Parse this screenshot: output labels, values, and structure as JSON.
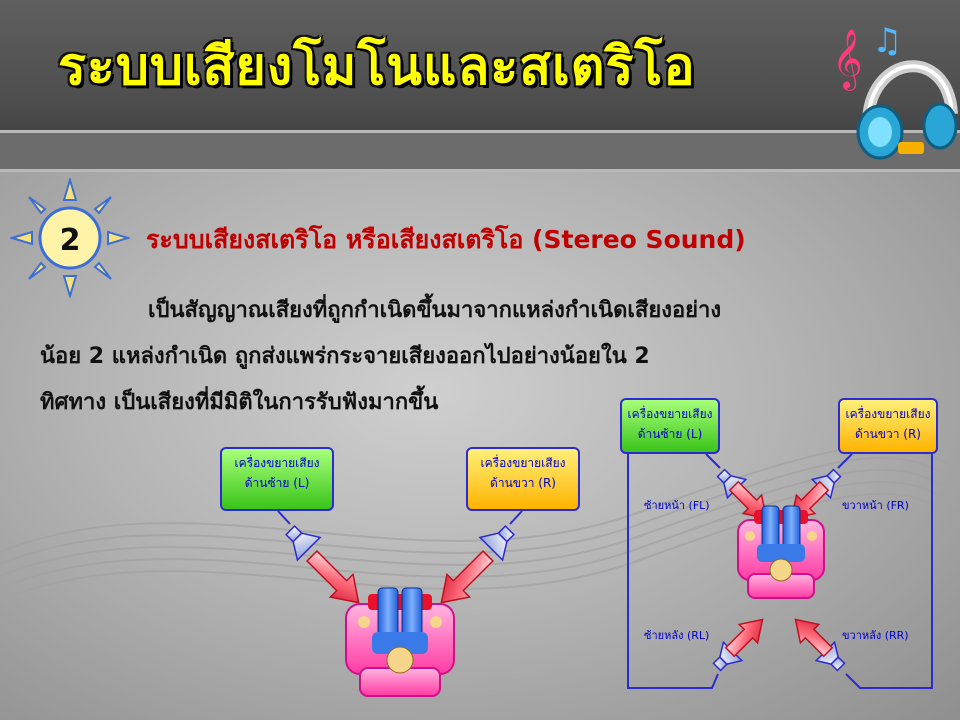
{
  "page": {
    "title": "ระบบเสียงโมโนและสเตริโอ",
    "section_number": "2",
    "subtitle": "ระบบเสียงสเตริโอ หรือเสียงสเตริโอ (Stereo Sound)",
    "paragraph_lines": [
      "เป็นสัญญาณเสียงที่ถูกกำเนิดขึ้นมาจากแหล่งกำเนิดเสียงอย่าง",
      "น้อย 2 แหล่งกำเนิด ถูกส่งแพร่กระจายเสียงออกไปอย่างน้อยใน 2",
      "ทิศทาง เป็นเสียงที่มีมิติในการรับฟังมากขึ้น"
    ]
  },
  "stereo_diagram": {
    "left_amp": {
      "line1": "เครื่องขยายเสียง",
      "line2": "ด้านซ้าย (L)"
    },
    "right_amp": {
      "line1": "เครื่องขยายเสียง",
      "line2": "ด้านขวา (R)"
    }
  },
  "surround_diagram": {
    "left_amp": {
      "line1": "เครื่องขยายเสียง",
      "line2": "ด้านซ้าย (L)"
    },
    "right_amp": {
      "line1": "เครื่องขยายเสียง",
      "line2": "ด้านขวา (R)"
    },
    "speakers": {
      "front_left": "ซ้ายหน้า (FL)",
      "front_right": "ขวาหน้า (FR)",
      "rear_left": "ซ้ายหลัง (RL)",
      "rear_right": "ขวาหลัง (RR)"
    }
  },
  "colors": {
    "title": "#ffff00",
    "subtitle": "#c00000",
    "box_border": "#2b2bd0",
    "label_text": "#0000cc",
    "arrow_red": "#e8203a",
    "sofa_pink": "#ff5ab4"
  }
}
